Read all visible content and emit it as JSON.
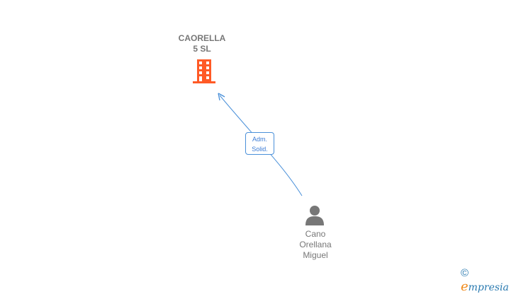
{
  "company": {
    "name_line1": "CAORELLA",
    "name_line2": "5 SL",
    "icon": "building-icon",
    "color": "#ff5a26"
  },
  "person": {
    "name_line1": "Cano",
    "name_line2": "Orellana",
    "name_line3": "Miguel",
    "icon": "person-icon",
    "color": "#777777"
  },
  "edge": {
    "label_line1": "Adm.",
    "label_line2": "Solid.",
    "color": "#4a90d9"
  },
  "logo": {
    "copyright": "©",
    "e": "e",
    "rest": "mpresia"
  }
}
